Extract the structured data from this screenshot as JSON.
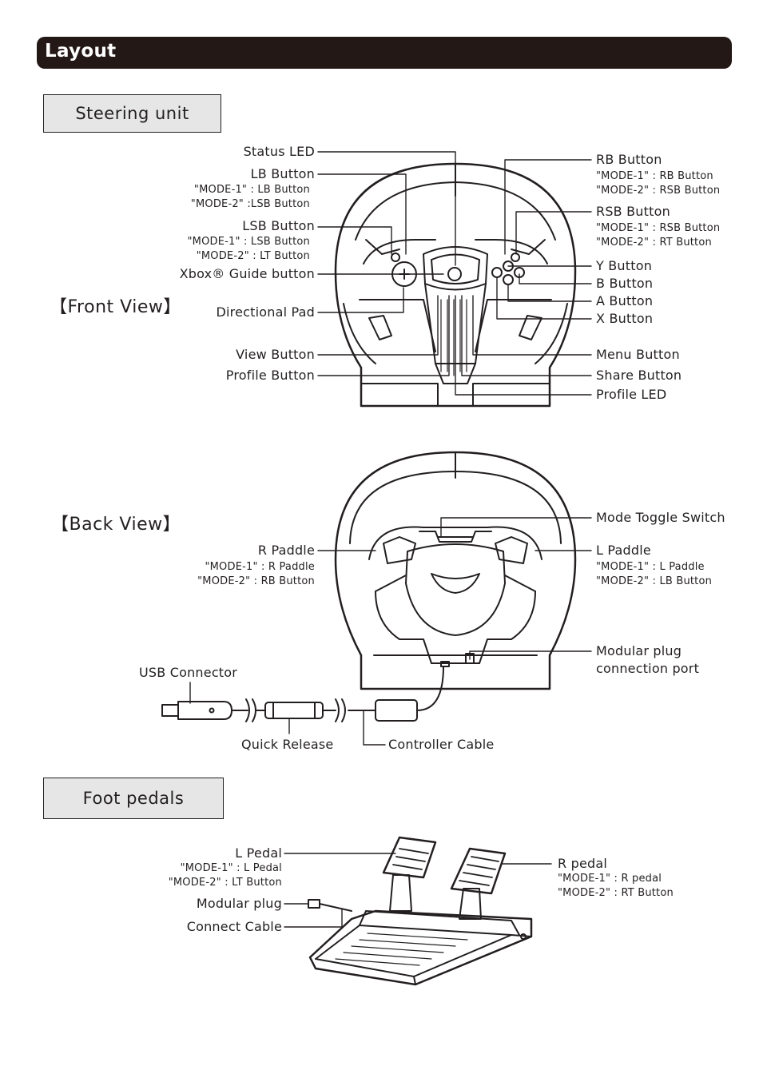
{
  "header": {
    "title": "Layout"
  },
  "sections": {
    "steering": "Steering unit",
    "pedals": "Foot pedals"
  },
  "views": {
    "front": "【Front View】",
    "back": "【Back View】"
  },
  "front": {
    "left": {
      "status_led": "Status LED",
      "lb": {
        "name": "LB Button",
        "m1": "\"MODE-1\" : LB Button",
        "m2": "\"MODE-2\" :LSB Button"
      },
      "lsb": {
        "name": "LSB Button",
        "m1": "\"MODE-1\" : LSB Button",
        "m2": "\"MODE-2\"  : LT Button"
      },
      "guide": "Xbox® Guide button",
      "dpad": "Directional Pad",
      "view": "View Button",
      "profile": "Profile Button"
    },
    "right": {
      "rb": {
        "name": "RB Button",
        "m1": "\"MODE-1\" : RB Button",
        "m2": "\"MODE-2\"  : RSB Button"
      },
      "rsb": {
        "name": "RSB Button",
        "m1": "\"MODE-1\" : RSB Button",
        "m2": "\"MODE-2\"  : RT Button"
      },
      "y": "Y Button",
      "b": "B Button",
      "a": "A Button",
      "x": "X Button",
      "menu": "Menu Button",
      "share": "Share Button",
      "profile_led": "Profile LED"
    }
  },
  "back": {
    "mode_toggle": "Mode Toggle Switch",
    "r_paddle": {
      "name": "R Paddle",
      "m1": "\"MODE-1\" : R Paddle",
      "m2": "\"MODE-2\"  : RB Button"
    },
    "l_paddle": {
      "name": "L Paddle",
      "m1": "\"MODE-1\" : L Paddle",
      "m2": "\"MODE-2\"  : LB Button"
    },
    "modular_port": {
      "l1": "Modular plug",
      "l2": "connection port"
    },
    "usb": "USB Connector",
    "quick_release": "Quick Release",
    "controller_cable": "Controller Cable"
  },
  "pedals": {
    "l_pedal": {
      "name": "L Pedal",
      "m1": "\"MODE-1\" : L Pedal",
      "m2": "\"MODE-2\"  : LT Button"
    },
    "modular_plug": "Modular plug",
    "connect_cable": "Connect Cable",
    "r_pedal": {
      "name": "R pedal",
      "m1": "\"MODE-1\" : R pedal",
      "m2": "\"MODE-2\"  : RT Button"
    }
  }
}
